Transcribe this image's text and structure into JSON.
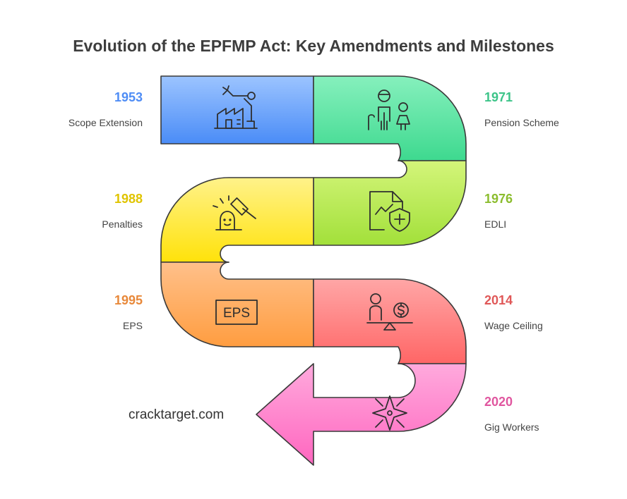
{
  "title": "Evolution of the EPFMP Act: Key Amendments and Milestones",
  "watermark": "cracktarget.com",
  "milestones": [
    {
      "year": "1953",
      "label": "Scope Extension",
      "color": "#4f8df5",
      "icon": "factory-robot-arm-icon"
    },
    {
      "year": "1971",
      "label": "Pension Scheme",
      "color": "#3dc489",
      "icon": "elderly-person-child-icon"
    },
    {
      "year": "1976",
      "label": "EDLI",
      "color": "#8cbd2f",
      "icon": "document-shield-icon"
    },
    {
      "year": "1988",
      "label": "Penalties",
      "color": "#e0c400",
      "icon": "gavel-icon"
    },
    {
      "year": "1995",
      "label": "EPS",
      "color": "#e8893b",
      "icon": "eps-sign-icon"
    },
    {
      "year": "2014",
      "label": "Wage Ceiling",
      "color": "#e05858",
      "icon": "person-scale-dollar-icon"
    },
    {
      "year": "2020",
      "label": "Gig Workers",
      "color": "#e0569f",
      "icon": "compass-star-icon"
    }
  ],
  "icon_text": {
    "eps": "EPS"
  }
}
